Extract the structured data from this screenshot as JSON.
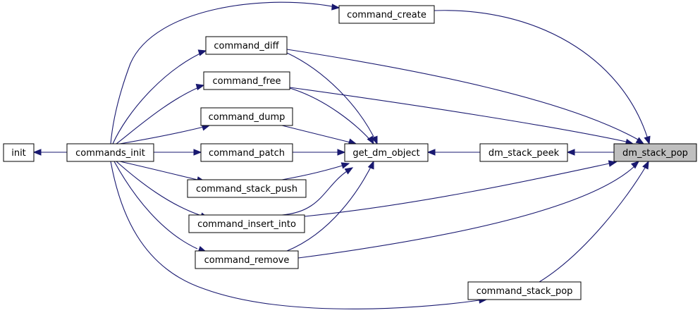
{
  "nodes": {
    "init": "init",
    "commands_init": "commands_init",
    "command_create": "command_create",
    "command_diff": "command_diff",
    "command_free": "command_free",
    "command_dump": "command_dump",
    "command_patch": "command_patch",
    "command_stack_push": "command_stack_push",
    "command_insert_into": "command_insert_into",
    "command_remove": "command_remove",
    "command_stack_pop": "command_stack_pop",
    "get_dm_object": "get_dm_object",
    "dm_stack_peek": "dm_stack_peek",
    "dm_stack_pop": "dm_stack_pop"
  },
  "highlighted_node": "dm_stack_pop",
  "edge_color": "#191970",
  "edges": [
    [
      "commands_init",
      "init"
    ],
    [
      "command_create",
      "commands_init"
    ],
    [
      "command_diff",
      "commands_init"
    ],
    [
      "command_free",
      "commands_init"
    ],
    [
      "command_dump",
      "commands_init"
    ],
    [
      "command_patch",
      "commands_init"
    ],
    [
      "command_stack_push",
      "commands_init"
    ],
    [
      "command_insert_into",
      "commands_init"
    ],
    [
      "command_remove",
      "commands_init"
    ],
    [
      "command_stack_pop",
      "commands_init"
    ],
    [
      "get_dm_object",
      "command_diff"
    ],
    [
      "get_dm_object",
      "command_free"
    ],
    [
      "get_dm_object",
      "command_dump"
    ],
    [
      "get_dm_object",
      "command_patch"
    ],
    [
      "get_dm_object",
      "command_stack_push"
    ],
    [
      "get_dm_object",
      "command_insert_into"
    ],
    [
      "get_dm_object",
      "command_remove"
    ],
    [
      "dm_stack_peek",
      "get_dm_object"
    ],
    [
      "dm_stack_pop",
      "dm_stack_peek"
    ],
    [
      "dm_stack_pop",
      "command_create"
    ],
    [
      "dm_stack_pop",
      "command_diff"
    ],
    [
      "dm_stack_pop",
      "command_free"
    ],
    [
      "dm_stack_pop",
      "command_insert_into"
    ],
    [
      "dm_stack_pop",
      "command_remove"
    ],
    [
      "dm_stack_pop",
      "command_stack_pop"
    ]
  ]
}
